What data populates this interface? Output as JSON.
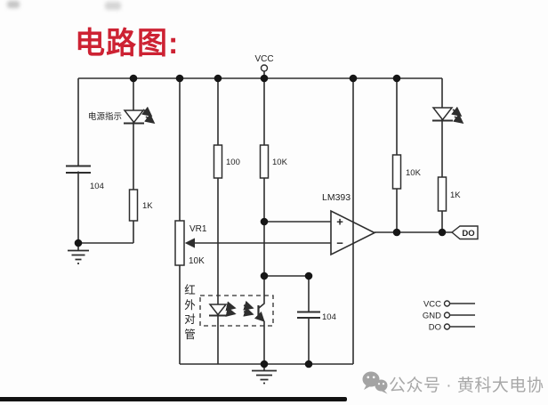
{
  "title": "电路图:",
  "rails": {
    "vcc_label": "VCC"
  },
  "left": {
    "cap_value": "104",
    "power_led_label": "电源指示",
    "resistor_value": "1K"
  },
  "sense": {
    "r_ir": "100",
    "r_pullup": "10K",
    "vr_name": "VR1",
    "vr_value": "10K",
    "ir_pair_label": "红外对管",
    "cap_value": "104"
  },
  "comparator": {
    "part": "LM393",
    "plus_input": "+",
    "minus_input": "−"
  },
  "out": {
    "r_pullup": "10K",
    "r_led": "1K",
    "do_tag": "DO"
  },
  "terminals": [
    {
      "label": "VCC"
    },
    {
      "label": "GND"
    },
    {
      "label": "DO"
    }
  ],
  "watermark": {
    "account": "公众号 · 黄科大电协"
  }
}
